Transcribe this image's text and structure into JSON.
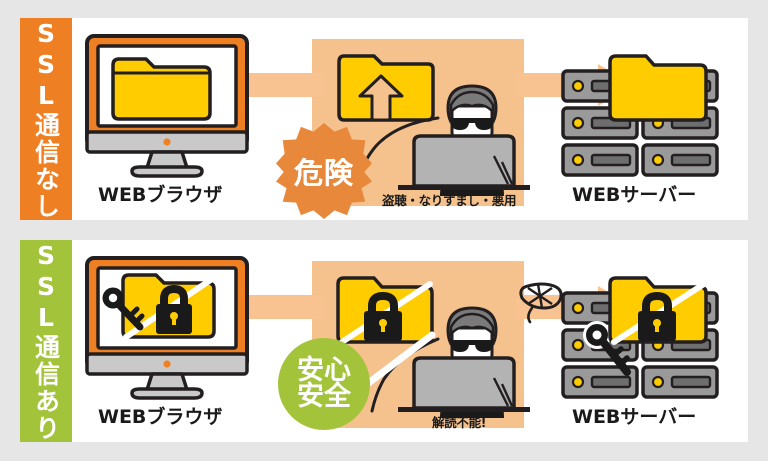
{
  "meta": {
    "diagram_title": "SSL通信の有無による比較図",
    "background_color": "#e6e6e6",
    "panel_color": "#ffffff"
  },
  "colors": {
    "orange": "#ee8023",
    "green": "#a3c43a",
    "peach_box": "#f5c28e",
    "arrow": "#f8c291",
    "folder_yellow": "#ffcc00",
    "server_gray": "#9a9a9a",
    "outline": "#1a1a1a",
    "monitor_frame": "#ee8023",
    "monitor_base": "#c9c9c9"
  },
  "panels": [
    {
      "id": "no-ssl",
      "side_label": "SSL通信なし",
      "side_label_color": "#ee8023",
      "browser_caption": "WEBブラウザ",
      "server_caption": "WEBサーバー",
      "badge": {
        "type": "starburst",
        "text": "危険",
        "color": "#e8883a"
      },
      "attacker_note": "盗聴・なりすまし・悪用",
      "folder_state": "unlocked",
      "arrow_left_direction": "left",
      "arrow_right_direction": "right",
      "icons": {
        "monitor": "monitor-icon",
        "folder": "folder-icon",
        "attacker": "hacker-icon",
        "laptop": "laptop-icon",
        "server": "server-rack-icon"
      }
    },
    {
      "id": "with-ssl",
      "side_label": "SSL通信あり",
      "side_label_color": "#a3c43a",
      "browser_caption": "WEBブラウザ",
      "server_caption": "WEBサーバー",
      "badge": {
        "type": "circle",
        "line1": "安心",
        "line2": "安全",
        "color": "#a3c43a"
      },
      "attacker_note": "解読不能!",
      "folder_state": "locked",
      "arrow_left_direction": "left",
      "arrow_right_direction": "right",
      "icons": {
        "monitor": "monitor-icon",
        "folder_locked": "folder-lock-icon",
        "key": "key-icon",
        "broken_key": "broken-key-icon",
        "attacker": "hacker-frustrated-icon",
        "laptop": "laptop-icon",
        "server": "server-rack-icon"
      }
    }
  ]
}
